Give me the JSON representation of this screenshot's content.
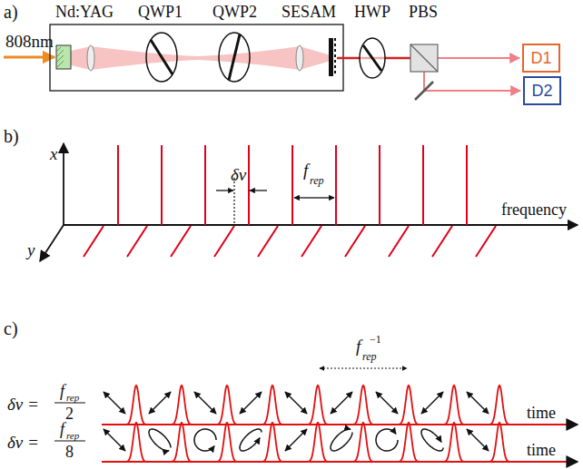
{
  "diagram": {
    "nodes": [
      {
        "text": [
          "D1"
        ]
      },
      {
        "text": [
          "D2"
        ]
      }
    ],
    "labels": [
      "a)",
      "808nm",
      "Nd:YAG",
      "QWP1",
      "QWP2",
      "SESAM",
      "HWP",
      "PBS",
      "b)",
      "x",
      "y",
      "δν",
      "f",
      "rep",
      "frequency",
      "c)",
      "f",
      "rep",
      "−1",
      "δν =",
      "f",
      "rep",
      "2",
      "time",
      "δν =",
      "f",
      "rep",
      "8",
      "time"
    ]
  }
}
